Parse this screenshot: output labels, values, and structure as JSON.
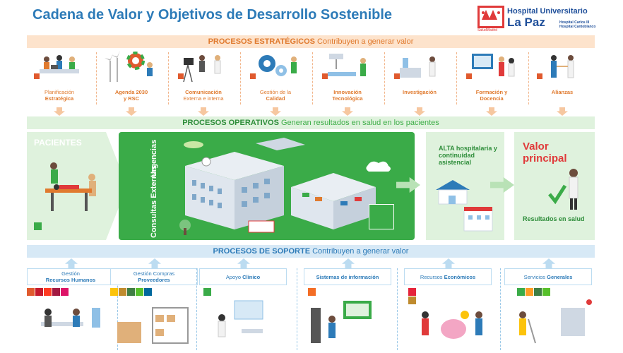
{
  "title": "Cadena de Valor y Objetivos de Desarrollo Sostenible",
  "logo": {
    "line1": "Hospital Universitario",
    "line2": "La Paz",
    "sub1": "Hospital Carlos III",
    "sub2": "Hospital Cantoblanco",
    "salud": "SaludMadrid"
  },
  "strategic": {
    "bold": "PROCESOS ESTRATÉGICOS",
    "rest": " Contribuyen a generar valor",
    "items": [
      {
        "l1": "Planificación",
        "l2": "Estratégica"
      },
      {
        "l1": "Agenda 2030",
        "l2": "y RSC"
      },
      {
        "l1": "Comunicación",
        "l2": "Externa e interna"
      },
      {
        "l1": "Gestión de la",
        "l2": "Calidad"
      },
      {
        "l1": "Innovación",
        "l2": "Tecnológica"
      },
      {
        "l1": "Investigación",
        "l2": ""
      },
      {
        "l1": "Formación y",
        "l2": "Docencia"
      },
      {
        "l1": "Alianzas",
        "l2": ""
      }
    ]
  },
  "operative": {
    "bold": "PROCESOS OPERATIVOS",
    "rest": " Generan resultados en salud en los pacientes",
    "pacientes": "PACIENTES",
    "urgencias": "Urgencias",
    "consultas": "Consultas Externas",
    "alta": "ALTA hospitalaria y continuidad asistencial",
    "valor": "Valor principal",
    "resultados": "Resultados en salud"
  },
  "support": {
    "bold": "PROCESOS DE SOPORTE",
    "rest": " Contribuyen a generar valor",
    "items": [
      {
        "l1": "Gestión",
        "l2": "Recursos Humanos"
      },
      {
        "l1": "Gestión Compras",
        "l2": "Proveedores"
      },
      {
        "l1": "Apoyo ",
        "l2": "Clínico"
      },
      {
        "l1": "",
        "l2": "Sistemas de información"
      },
      {
        "l1": "Recursos ",
        "l2": "Económicos"
      },
      {
        "l1": "Servicios ",
        "l2": "Generales"
      }
    ]
  },
  "colors": {
    "blue": "#2d7bb8",
    "orange": "#e07a2e",
    "green": "#3aab48",
    "red": "#e03a3a"
  }
}
